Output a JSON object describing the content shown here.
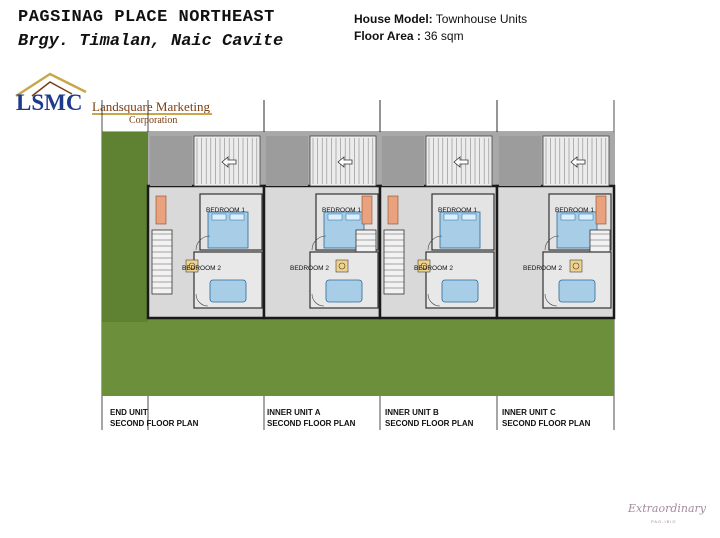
{
  "header": {
    "title": "PAGSINAG PLACE NORTHEAST",
    "subtitle": "Brgy. Timalan, Naic Cavite",
    "house_model_label": "House Model:",
    "house_model_value": "Townhouse Units",
    "floor_area_label": "Floor Area :",
    "floor_area_value": "36 sqm"
  },
  "logo": {
    "initials": "LSMC",
    "name": "Landsquare Marketing",
    "suffix": "Corporation"
  },
  "room_labels": {
    "bedroom1": "BEDROOM 1",
    "bedroom2": "BEDROOM 2"
  },
  "units": [
    {
      "name": "END UNIT",
      "plan": "SECOND FLOOR PLAN"
    },
    {
      "name": "INNER UNIT A",
      "plan": "SECOND FLOOR PLAN"
    },
    {
      "name": "INNER UNIT B",
      "plan": "SECOND FLOOR PLAN"
    },
    {
      "name": "INNER UNIT C",
      "plan": "SECOND FLOOR PLAN"
    }
  ],
  "colors": {
    "lawn": "#6b8f3a",
    "lawn_dark": "#54762a",
    "floor": "#d9d9d9",
    "roof": "#9c9c9c",
    "bed": "#a8cde6",
    "wardrobe": "#e9a27d",
    "wall": "#1a1a1a"
  },
  "brand": {
    "name": "Extraordinary",
    "tagline": "PAG-IBIG"
  }
}
